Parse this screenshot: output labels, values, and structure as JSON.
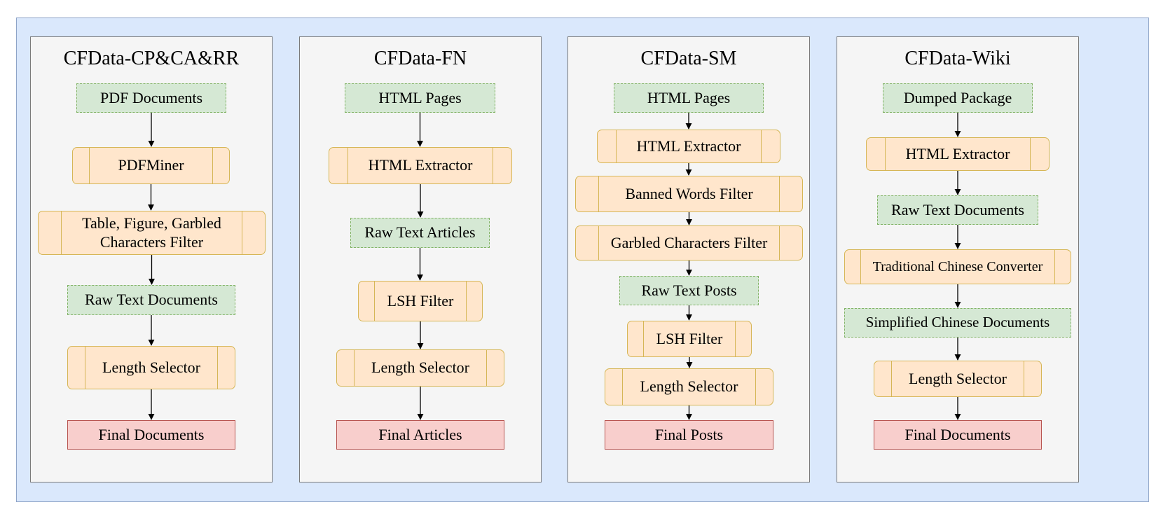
{
  "panels": [
    {
      "title": "CFData-CP&CA&RR",
      "nodes": [
        {
          "label": "PDF Documents",
          "kind": "data"
        },
        {
          "label": "PDFMiner",
          "kind": "process"
        },
        {
          "label": "Table, Figure, Garbled Characters Filter",
          "kind": "process"
        },
        {
          "label": "Raw Text Documents",
          "kind": "data"
        },
        {
          "label": "Length Selector",
          "kind": "process"
        },
        {
          "label": "Final Documents",
          "kind": "final"
        }
      ]
    },
    {
      "title": "CFData-FN",
      "nodes": [
        {
          "label": "HTML Pages",
          "kind": "data"
        },
        {
          "label": "HTML Extractor",
          "kind": "process"
        },
        {
          "label": "Raw Text Articles",
          "kind": "data"
        },
        {
          "label": "LSH Filter",
          "kind": "process"
        },
        {
          "label": "Length Selector",
          "kind": "process"
        },
        {
          "label": "Final Articles",
          "kind": "final"
        }
      ]
    },
    {
      "title": "CFData-SM",
      "nodes": [
        {
          "label": "HTML Pages",
          "kind": "data"
        },
        {
          "label": "HTML Extractor",
          "kind": "process"
        },
        {
          "label": "Banned Words Filter",
          "kind": "process"
        },
        {
          "label": "Garbled Characters Filter",
          "kind": "process"
        },
        {
          "label": "Raw Text Posts",
          "kind": "data"
        },
        {
          "label": "LSH Filter",
          "kind": "process"
        },
        {
          "label": "Length Selector",
          "kind": "process"
        },
        {
          "label": "Final Posts",
          "kind": "final"
        }
      ]
    },
    {
      "title": "CFData-Wiki",
      "nodes": [
        {
          "label": "Dumped Package",
          "kind": "data"
        },
        {
          "label": "HTML Extractor",
          "kind": "process"
        },
        {
          "label": "Raw Text Documents",
          "kind": "data"
        },
        {
          "label": "Traditional Chinese Converter",
          "kind": "process"
        },
        {
          "label": "Simplified Chinese Documents",
          "kind": "data"
        },
        {
          "label": "Length Selector",
          "kind": "process"
        },
        {
          "label": "Final Documents",
          "kind": "final"
        }
      ]
    }
  ],
  "colors": {
    "background": "#dae8fc",
    "panel": "#f5f5f5",
    "data_fill": "#d5e8d4",
    "data_stroke": "#82b366",
    "process_fill": "#ffe6cc",
    "process_stroke": "#d6b656",
    "final_fill": "#f8cecc",
    "final_stroke": "#b85450"
  }
}
